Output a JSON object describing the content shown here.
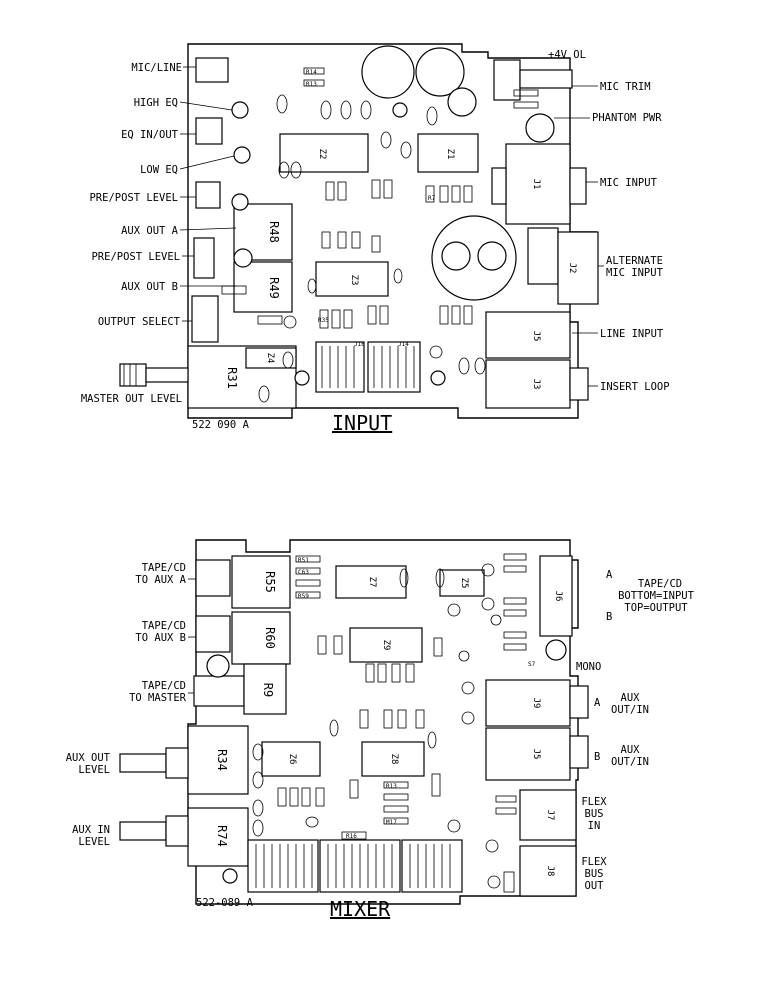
{
  "input_board": {
    "title": "INPUT",
    "part_number": "522 090 A",
    "left_labels": [
      "MIC/LINE",
      "HIGH EQ",
      "EQ IN/OUT",
      "LOW EQ",
      "PRE/POST LEVEL",
      "AUX OUT A",
      "PRE/POST LEVEL",
      "AUX OUT B",
      "OUTPUT SELECT",
      "MASTER OUT LEVEL"
    ],
    "right_labels": [
      "MIC TRIM",
      "PHANTOM PWR",
      "MIC INPUT",
      "ALTERNATE",
      "MIC INPUT",
      "LINE INPUT",
      "INSERT LOOP"
    ],
    "corner_label": "+4V OL",
    "components": {
      "pot_r48": "R48",
      "pot_r49": "R49",
      "pot_r31": "R31",
      "ic_z2": "Z2",
      "ic_z1": "Z1",
      "ic_z3": "Z3",
      "ic_z4": "Z4",
      "jack_j1": "J1",
      "jack_j2": "J2",
      "jack_j5": "J5",
      "jack_j3": "J3"
    }
  },
  "mixer_board": {
    "title": "MIXER",
    "part_number": "522-089 A",
    "left_labels": [
      "TAPE/CD",
      "TO AUX A",
      "TAPE/CD",
      "TO AUX B",
      "TAPE/CD",
      "TO MASTER",
      "AUX OUT",
      "LEVEL",
      "AUX IN",
      "LEVEL"
    ],
    "right_labels": [
      "TAPE/CD",
      "BOTTOM=INPUT",
      "TOP=OUTPUT",
      "MONO",
      "AUX",
      "OUT/IN",
      "AUX",
      "OUT/IN",
      "FLEX",
      "BUS",
      "IN",
      "FLEX",
      "BUS",
      "OUT"
    ],
    "jack_side_labels": [
      "A",
      "B",
      "A",
      "B"
    ],
    "components": {
      "pot_r55": "R55",
      "pot_r60": "R60",
      "pot_r9": "R9",
      "pot_r34": "R34",
      "pot_r74": "R74",
      "ic_z7": "Z7",
      "ic_z5": "Z5",
      "ic_z9": "Z9",
      "ic_z6": "Z6",
      "ic_z8": "Z8",
      "jack_j6": "J6",
      "jack_j9": "J9",
      "jack_j5": "J5",
      "jack_j7": "J7",
      "jack_j8": "J8",
      "switch_s7": "S7"
    }
  }
}
